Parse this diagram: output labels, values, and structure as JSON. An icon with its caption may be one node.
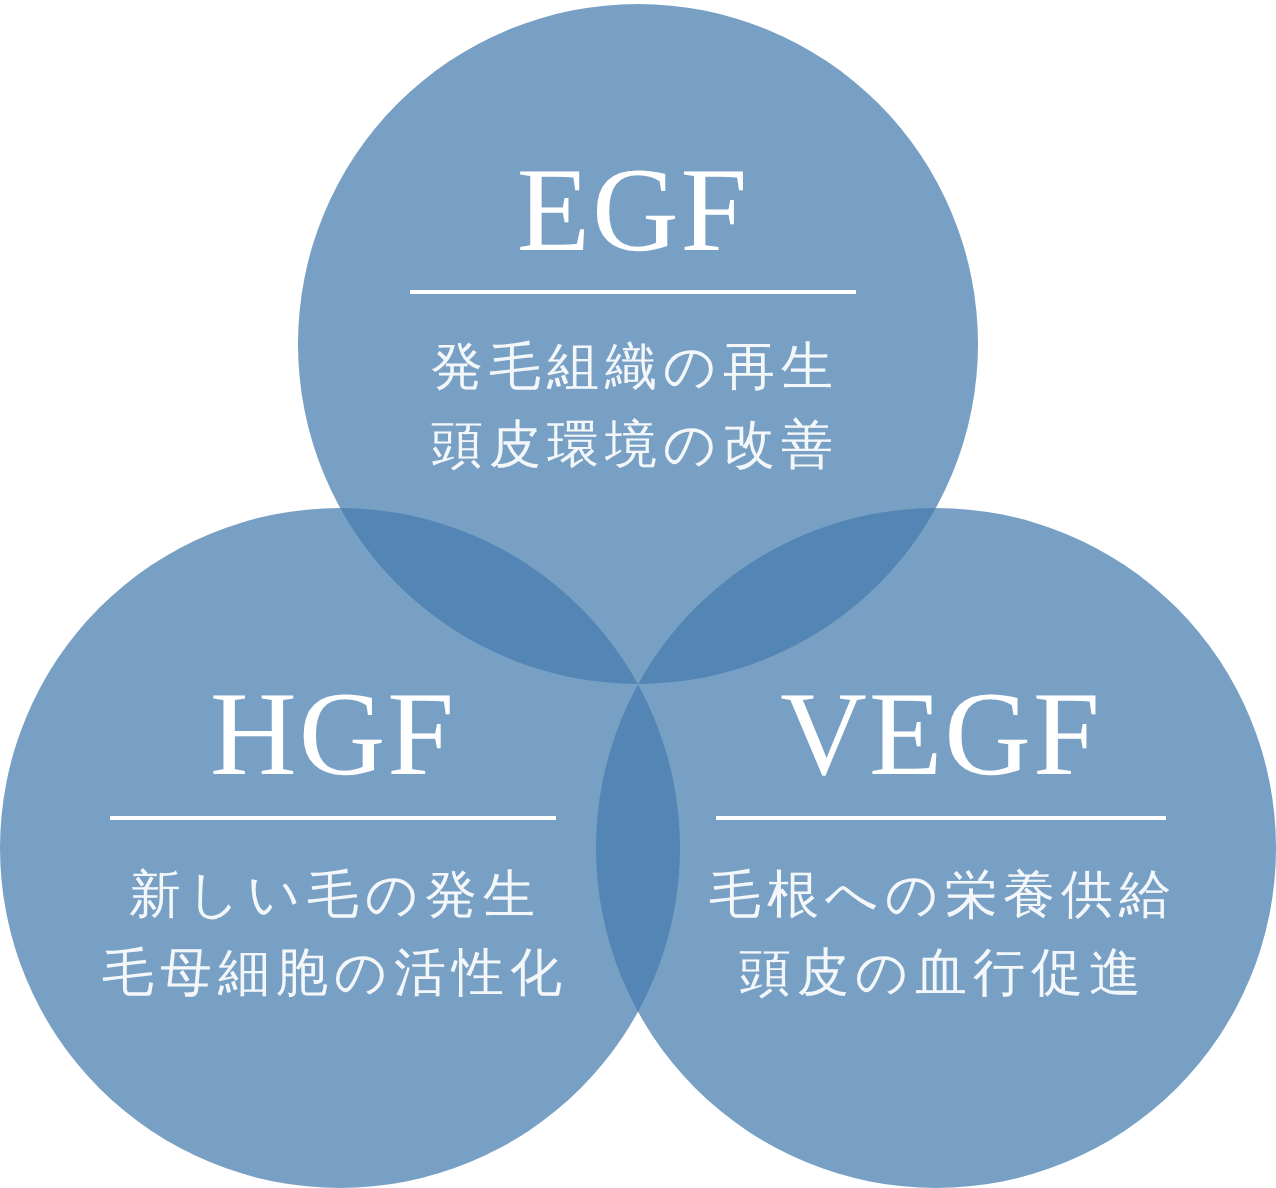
{
  "diagram": {
    "nodes": [
      {
        "text": [
          "EGF",
          "発毛組織の再生",
          "頭皮環境の改善"
        ]
      },
      {
        "text": [
          "HGF",
          "新しい毛の発生",
          "毛母細胞の活性化"
        ]
      },
      {
        "text": [
          "VEGF",
          "毛根への栄養供給",
          "頭皮の血行促進"
        ]
      }
    ]
  }
}
